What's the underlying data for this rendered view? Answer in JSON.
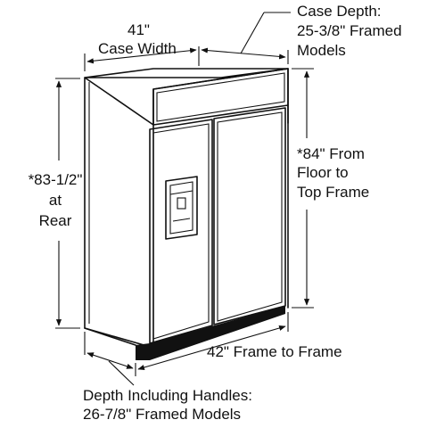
{
  "diagram": {
    "labels": {
      "case_width_value": "41\"",
      "case_width_text": "Case Width",
      "case_depth_line1": "Case Depth:",
      "case_depth_line2": "25-3/8\" Framed",
      "case_depth_line3": "Models",
      "rear_height_line1": "*83-1/2\"",
      "rear_height_line2": "at",
      "rear_height_line3": "Rear",
      "top_frame_line1": "*84\" From",
      "top_frame_line2": "Floor to",
      "top_frame_line3": "Top Frame",
      "frame_width": "42\" Frame to Frame",
      "handle_depth_line1": "Depth Including Handles:",
      "handle_depth_line2": "26-7/8\" Framed Models"
    },
    "colors": {
      "line": "#111111",
      "background": "#ffffff",
      "toe_kick": "#111111"
    }
  }
}
